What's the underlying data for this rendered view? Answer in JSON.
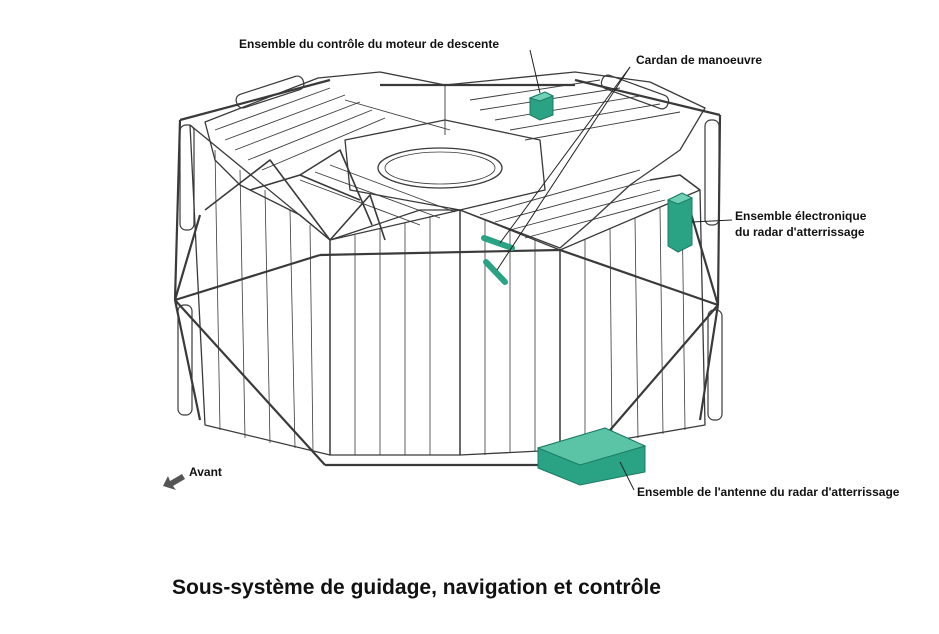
{
  "diagram": {
    "title": "Sous-système de guidage, navigation et contrôle",
    "labels": {
      "descent_engine_control": "Ensemble du contrôle du moteur de descente",
      "gimbal": "Cardan de manoeuvre",
      "radar_electronics_line1": "Ensemble électronique",
      "radar_electronics_line2": "du radar d'atterrissage",
      "radar_antenna": "Ensemble de l'antenne du radar d'atterrissage",
      "forward": "Avant"
    },
    "colors": {
      "line": "#3a3a3a",
      "component": "#2aa384",
      "component_dark": "#1b7a62",
      "arrow": "#555555"
    },
    "icons": {
      "forward_arrow": "arrow-down-left-icon"
    }
  }
}
